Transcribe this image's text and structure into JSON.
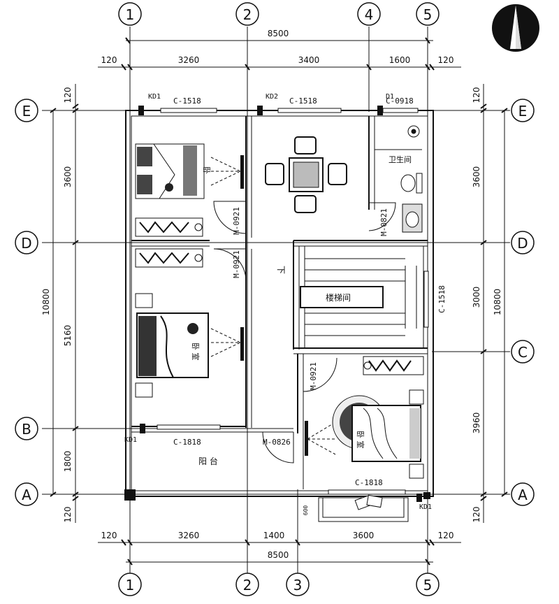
{
  "grid_axes": {
    "top": [
      "1",
      "2",
      "4",
      "5"
    ],
    "bottom": [
      "1",
      "2",
      "3",
      "5"
    ],
    "left": [
      "E",
      "D",
      "B",
      "A"
    ],
    "right": [
      "E",
      "D",
      "C",
      "A"
    ]
  },
  "dimensions": {
    "top_total": "8500",
    "top_segments": [
      "120",
      "3260",
      "3400",
      "1600",
      "120"
    ],
    "bottom_total": "8500",
    "bottom_segments": [
      "120",
      "3260",
      "1400",
      "3600",
      "120"
    ],
    "left_outer": [
      "120",
      "3600",
      "5160",
      "1800",
      "120"
    ],
    "left_total": "10800",
    "right_outer": [
      "120",
      "3600",
      "3000",
      "3960",
      "120"
    ],
    "right_total": "10800",
    "balcony_depth": "600"
  },
  "windows": [
    "C-1518",
    "C-1518",
    "C-0918",
    "C-1818",
    "C-1818",
    "C-1518"
  ],
  "window_tags": [
    "KD1",
    "KD2",
    "D1",
    "KD1",
    "KD1"
  ],
  "doors": [
    "M-0921",
    "M-0821",
    "M-0921",
    "M-0921",
    "M-0826"
  ],
  "rooms": {
    "bathroom": "卫生间",
    "stairwell": "楼梯间",
    "down_arrow": "下",
    "balcony": "阳 台",
    "bedroom_a": "卧",
    "bedroom_b": "卧 室",
    "bedroom_c": "卧 室"
  },
  "colors": {
    "line": "#111111",
    "fill": "#ffffff"
  },
  "icons": [
    "north-arrow-icon",
    "bed-icon",
    "wardrobe-icon",
    "dining-table-icon",
    "toilet-icon",
    "sink-icon"
  ]
}
